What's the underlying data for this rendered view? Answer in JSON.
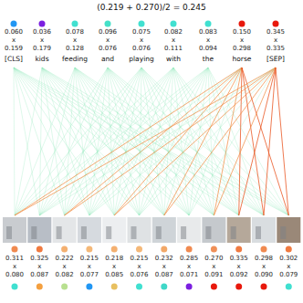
{
  "diagram": {
    "title": "(0.219 + 0.270)/2 = 0.245",
    "labels": [
      "0.060",
      "0.036",
      "0.078",
      "0.096",
      "0.075",
      "0.082",
      "0.083",
      "0.150",
      "0.345",
      "x",
      "x",
      "x",
      "x",
      "x",
      "x",
      "x",
      "x",
      "x",
      "0.159",
      "0.179",
      "0.128",
      "0.076",
      "0.076",
      "0.111",
      "0.094",
      "0.298",
      "0.335",
      "[CLS]",
      "kids",
      "feeding",
      "and",
      "playing",
      "with",
      "the",
      "horse",
      "[SEP]",
      "0.311",
      "0.325",
      "0.222",
      "0.215",
      "0.218",
      "0.215",
      "0.232",
      "0.285",
      "0.270",
      "0.335",
      "0.298",
      "0.302",
      "x",
      "x",
      "x",
      "x",
      "x",
      "x",
      "x",
      "x",
      "x",
      "x",
      "x",
      "x",
      "0.080",
      "0.087",
      "0.082",
      "0.077",
      "0.085",
      "0.076",
      "0.087",
      "0.071",
      "0.091",
      "0.092",
      "0.090",
      "0.079"
    ]
  }
}
